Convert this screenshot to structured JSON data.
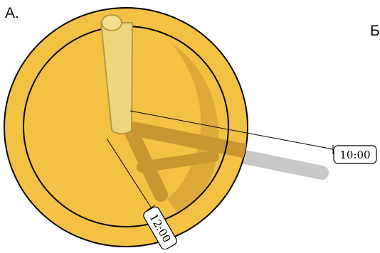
{
  "panels": {
    "a": "A.",
    "b": "Б"
  },
  "time_labels": {
    "ten": "10:00",
    "twelve": "12:00"
  },
  "colors": {
    "dial_fill": "#f3c144",
    "dial_stroke": "#000000",
    "shadow_on_dial": "#c9962f",
    "shadow_off_dial": "#c8c8c8",
    "gnomon_fill": "#ecd57f",
    "gnomon_stroke": "#b89a38"
  }
}
